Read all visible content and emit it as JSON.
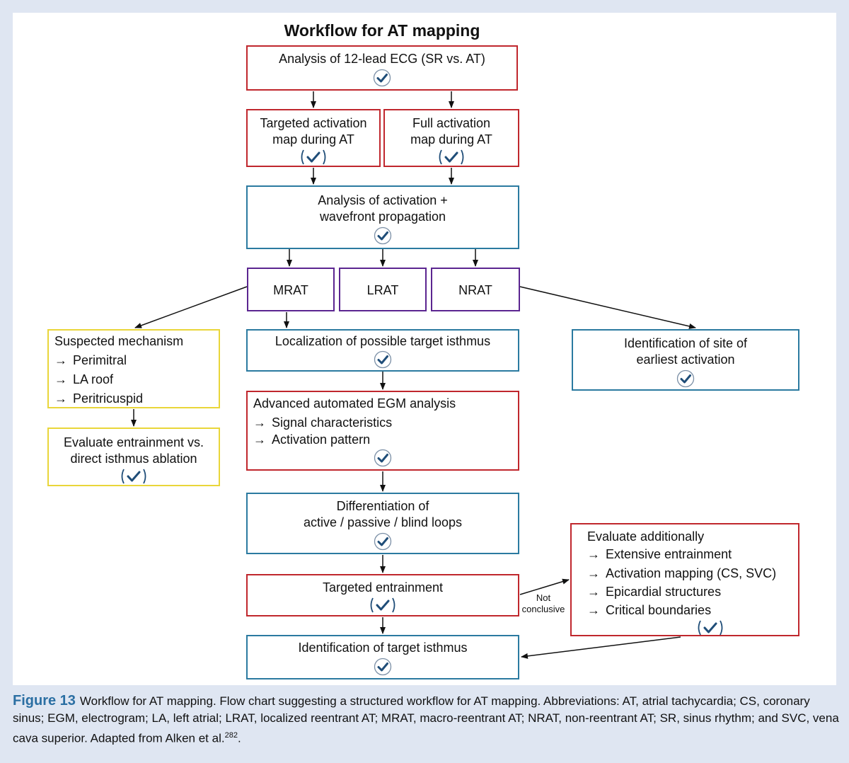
{
  "title": "Workflow for AT mapping",
  "boxes": {
    "ecg": "Analysis of 12-lead ECG (SR vs. AT)",
    "targeted_map_1": "Targeted activation",
    "targeted_map_2": "map during AT",
    "full_map_1": "Full activation",
    "full_map_2": "map during AT",
    "analysis_1": "Analysis of activation +",
    "analysis_2": "wavefront propagation",
    "mrat": "MRAT",
    "lrat": "LRAT",
    "nrat": "NRAT",
    "mechanism_title": "Suspected mechanism",
    "mechanism_items": [
      "Perimitral",
      "LA roof",
      "Peritricuspid"
    ],
    "entrainment_eval_1": "Evaluate entrainment vs.",
    "entrainment_eval_2": "direct isthmus ablation",
    "localization": "Localization of possible target isthmus",
    "earliest_1": "Identification of site of",
    "earliest_2": "earliest activation",
    "egm_title": "Advanced automated EGM analysis",
    "egm_items": [
      "Signal characteristics",
      "Activation pattern"
    ],
    "diff_1": "Differentiation of",
    "diff_2": "active / passive / blind loops",
    "targeted_entrainment": "Targeted entrainment",
    "identification": "Identification of target isthmus",
    "additional_title": "Evaluate additionally",
    "additional_items": [
      "Extensive entrainment",
      "Activation mapping (CS, SVC)",
      "Epicardial structures",
      "Critical boundaries"
    ]
  },
  "edge_label": [
    "Not",
    "conclusive"
  ],
  "caption": {
    "figure": "Figure 13",
    "text": "Workflow for AT mapping. Flow chart suggesting a structured workflow for AT mapping. Abbreviations: AT, atrial tachycardia; CS, coronary sinus; EGM, electrogram; LA, left atrial; LRAT, localized reentrant AT; MRAT, macro-reentrant AT; NRAT, non-reentrant AT; SR, sinus rhythm; and SVC, vena cava superior. Adapted from Alken et al.",
    "ref": "282"
  },
  "colors": {
    "red": "#c0272d",
    "blue": "#2b7aa0",
    "purple": "#5b2590",
    "yellow": "#e9d63a",
    "check": "#1f4d78",
    "figure_label": "#2b6fa3"
  }
}
